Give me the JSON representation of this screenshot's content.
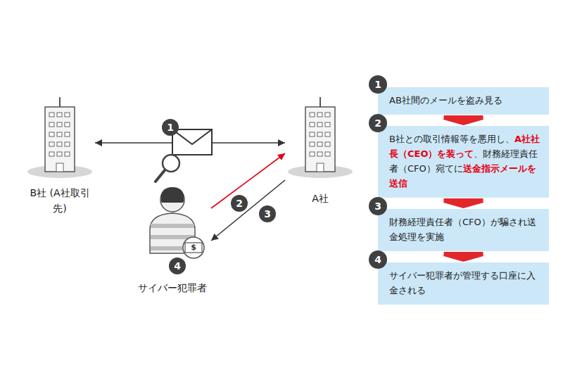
{
  "diagram": {
    "nodes": [
      {
        "text": [
          "B社 (A社取引先)"
        ]
      },
      {
        "text": [
          "A社"
        ]
      },
      {
        "text": [
          "サイバー犯罪者"
        ]
      },
      {
        "text": [
          "1",
          "AB社間のメールを盗み見る"
        ]
      },
      {
        "text": [
          "2",
          "B社との取引情報等を悪用し、",
          "A社社長（CEO）を装って",
          "、財務経理責任者（CFO）宛てに",
          "送金指示メールを送信"
        ]
      },
      {
        "text": [
          "3",
          "財務経理責任者（CFO）が騙され送金処理を実施"
        ]
      },
      {
        "text": [
          "4",
          "サイバー犯罪者が管理する口座に入金される"
        ]
      }
    ],
    "edges": [
      {
        "from": 0,
        "to": 1,
        "arrow": "both"
      },
      {
        "from": 2,
        "to": 1,
        "arrow": "to"
      },
      {
        "from": 1,
        "to": 2,
        "arrow": "to"
      },
      {
        "from": 3,
        "to": 4,
        "arrow": "to"
      },
      {
        "from": 4,
        "to": 5,
        "arrow": "to"
      },
      {
        "from": 5,
        "to": 6,
        "arrow": "to"
      }
    ],
    "labels": [
      "1",
      "2",
      "3",
      "4",
      "$"
    ]
  }
}
